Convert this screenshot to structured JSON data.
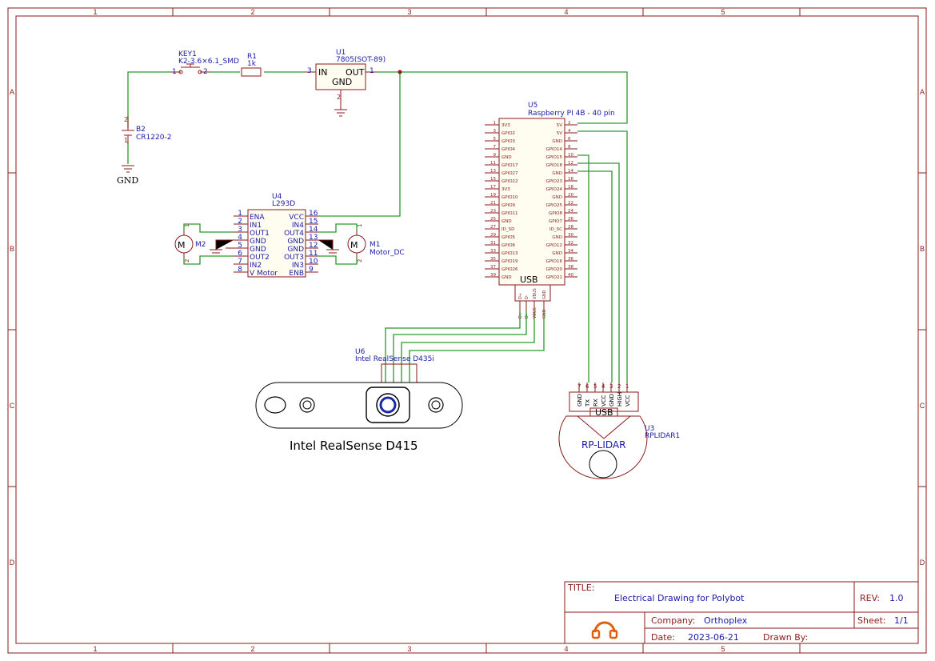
{
  "frame": {
    "col_labels": [
      "1",
      "2",
      "3",
      "4",
      "5"
    ],
    "row_labels": [
      "A",
      "B",
      "C",
      "D"
    ]
  },
  "title_block": {
    "title_label": "TITLE:",
    "title": "Electrical Drawing for Polybot",
    "rev_label": "REV:",
    "rev": "1.0",
    "company_label": "Company:",
    "company": "Orthoplex",
    "sheet_label": "Sheet:",
    "sheet": "1/1",
    "date_label": "Date:",
    "date": "2023-06-21",
    "drawn_by_label": "Drawn By:"
  },
  "components": {
    "key1": {
      "ref": "KEY1",
      "value": "K2-3.6×6.1_SMD",
      "pin1": "1",
      "pin2": "2"
    },
    "r1": {
      "ref": "R1",
      "value": "1k"
    },
    "u1": {
      "ref": "U1",
      "value": "7805(SOT-89)",
      "in": "IN",
      "out": "OUT",
      "gnd": "GND",
      "pin_in": "3",
      "pin_out": "1",
      "pin_gnd": "2"
    },
    "b2": {
      "ref": "B2",
      "value": "CR1220-2",
      "pin1": "1",
      "pin2": "2"
    },
    "gnd_label": "GND",
    "u4": {
      "ref": "U4",
      "value": "L293D",
      "left_pins": [
        {
          "num": "1",
          "name": "ENA"
        },
        {
          "num": "2",
          "name": "IN1"
        },
        {
          "num": "3",
          "name": "OUT1"
        },
        {
          "num": "4",
          "name": "GND"
        },
        {
          "num": "5",
          "name": "GND"
        },
        {
          "num": "6",
          "name": "OUT2"
        },
        {
          "num": "7",
          "name": "IN2"
        },
        {
          "num": "8",
          "name": "V Motor"
        }
      ],
      "right_pins": [
        {
          "num": "16",
          "name": "VCC"
        },
        {
          "num": "15",
          "name": "IN4"
        },
        {
          "num": "14",
          "name": "OUT4"
        },
        {
          "num": "13",
          "name": "GND"
        },
        {
          "num": "12",
          "name": "GND"
        },
        {
          "num": "11",
          "name": "OUT3"
        },
        {
          "num": "10",
          "name": "IN3"
        },
        {
          "num": "9",
          "name": "ENB"
        }
      ]
    },
    "m2": {
      "ref": "M2",
      "symbol": "M"
    },
    "m1": {
      "ref": "M1",
      "value": "Motor_DC",
      "symbol": "M"
    },
    "u5": {
      "ref": "U5",
      "value": "Raspberry PI 4B - 40 pin",
      "usb": "USB",
      "left_pins": [
        {
          "num": "1",
          "name": "3V3"
        },
        {
          "num": "3",
          "name": "GPIO2"
        },
        {
          "num": "5",
          "name": "GPIO3"
        },
        {
          "num": "7",
          "name": "GPIO4"
        },
        {
          "num": "9",
          "name": "GND"
        },
        {
          "num": "11",
          "name": "GPIO17"
        },
        {
          "num": "13",
          "name": "GPIO27"
        },
        {
          "num": "15",
          "name": "GPIO22"
        },
        {
          "num": "17",
          "name": "3V3"
        },
        {
          "num": "19",
          "name": "GPIO10"
        },
        {
          "num": "21",
          "name": "GPIO9"
        },
        {
          "num": "23",
          "name": "GPIO11"
        },
        {
          "num": "25",
          "name": "GND"
        },
        {
          "num": "27",
          "name": "ID_SD"
        },
        {
          "num": "29",
          "name": "GPIO5"
        },
        {
          "num": "31",
          "name": "GPIO6"
        },
        {
          "num": "33",
          "name": "GPIO13"
        },
        {
          "num": "35",
          "name": "GPIO19"
        },
        {
          "num": "37",
          "name": "GPIO26"
        },
        {
          "num": "39",
          "name": "GND"
        }
      ],
      "right_pins": [
        {
          "num": "2",
          "name": "5V"
        },
        {
          "num": "4",
          "name": "5V"
        },
        {
          "num": "6",
          "name": "GND"
        },
        {
          "num": "8",
          "name": "GPIO14"
        },
        {
          "num": "10",
          "name": "GPIO15"
        },
        {
          "num": "12",
          "name": "GPIO18"
        },
        {
          "num": "14",
          "name": "GND"
        },
        {
          "num": "16",
          "name": "GPIO23"
        },
        {
          "num": "18",
          "name": "GPIO24"
        },
        {
          "num": "20",
          "name": "GND"
        },
        {
          "num": "22",
          "name": "GPIO25"
        },
        {
          "num": "24",
          "name": "GPIO8"
        },
        {
          "num": "26",
          "name": "GPIO7"
        },
        {
          "num": "28",
          "name": "ID_SC"
        },
        {
          "num": "30",
          "name": "GND"
        },
        {
          "num": "32",
          "name": "GPIO12"
        },
        {
          "num": "34",
          "name": "GND"
        },
        {
          "num": "36",
          "name": "GPIO16"
        },
        {
          "num": "38",
          "name": "GPIO20"
        },
        {
          "num": "40",
          "name": "GPIO21"
        }
      ],
      "usb_pins": [
        "D+",
        "D-",
        "VBUS",
        "GND"
      ]
    },
    "u6": {
      "ref": "U6",
      "value": "Intel RealSense D435i",
      "caption": "Intel RealSense D415"
    },
    "u3": {
      "ref": "U3",
      "value": "RPLIDAR1",
      "body_label": "RP-LIDAR",
      "usb": "USB",
      "pins": [
        {
          "num": "7",
          "name": "GND"
        },
        {
          "num": "6",
          "name": "TX"
        },
        {
          "num": "5",
          "name": "RX"
        },
        {
          "num": "4",
          "name": "VCC"
        },
        {
          "num": "3",
          "name": "GND"
        },
        {
          "num": "2",
          "name": "HIGH"
        },
        {
          "num": "1",
          "name": "VCC"
        }
      ]
    }
  }
}
